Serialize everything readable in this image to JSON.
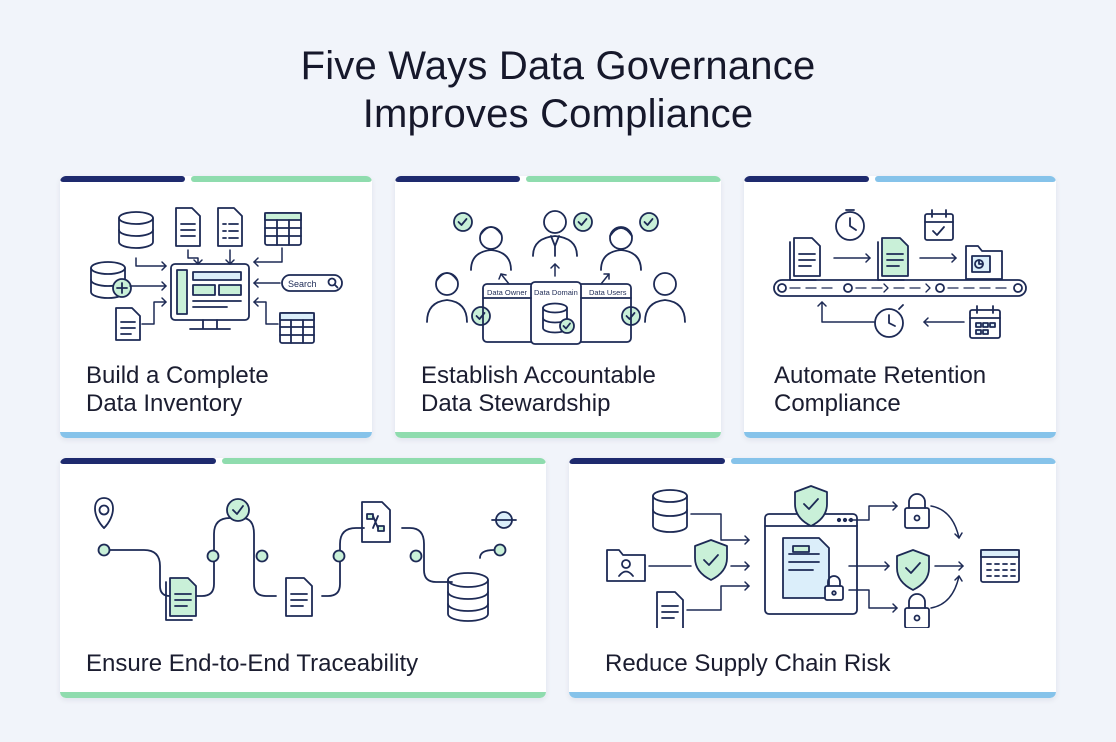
{
  "title": {
    "line1": "Five Ways Data Governance",
    "line2": "Improves Compliance"
  },
  "colors": {
    "navy": "#1e2a6e",
    "green": "#8fdcae",
    "blue": "#86c3ea",
    "ink": "#1d2a55",
    "fill_green": "#c9f0d8",
    "fill_blue": "#dbeefa"
  },
  "cards": [
    {
      "label_line1": "Build a Complete",
      "label_line2": "Data Inventory",
      "search_label": "Search",
      "icons": [
        "database-icon",
        "document-icon",
        "checklist-icon",
        "spreadsheet-icon",
        "database-add-icon",
        "monitor-icon",
        "search-icon"
      ]
    },
    {
      "label_line1": "Establish Accountable",
      "label_line2": "Data Stewardship",
      "roles": [
        "Data Owner",
        "Data Domain",
        "Data Users"
      ],
      "icons": [
        "person-icon",
        "check-badge-icon",
        "database-icon"
      ]
    },
    {
      "label_line1": "Automate Retention",
      "label_line2": "Compliance",
      "icons": [
        "clock-icon",
        "calendar-icon",
        "document-icon",
        "folder-icon",
        "conveyor-icon",
        "timer-icon"
      ]
    },
    {
      "label_line1": "Ensure End-to-End Traceability",
      "icons": [
        "location-pin-icon",
        "check-badge-icon",
        "document-icon",
        "flow-document-icon",
        "database-icon"
      ]
    },
    {
      "label_line1": "Reduce Supply Chain Risk",
      "icons": [
        "database-icon",
        "shield-check-icon",
        "folder-user-icon",
        "document-icon",
        "browser-window-icon",
        "lock-icon",
        "table-icon"
      ]
    }
  ]
}
